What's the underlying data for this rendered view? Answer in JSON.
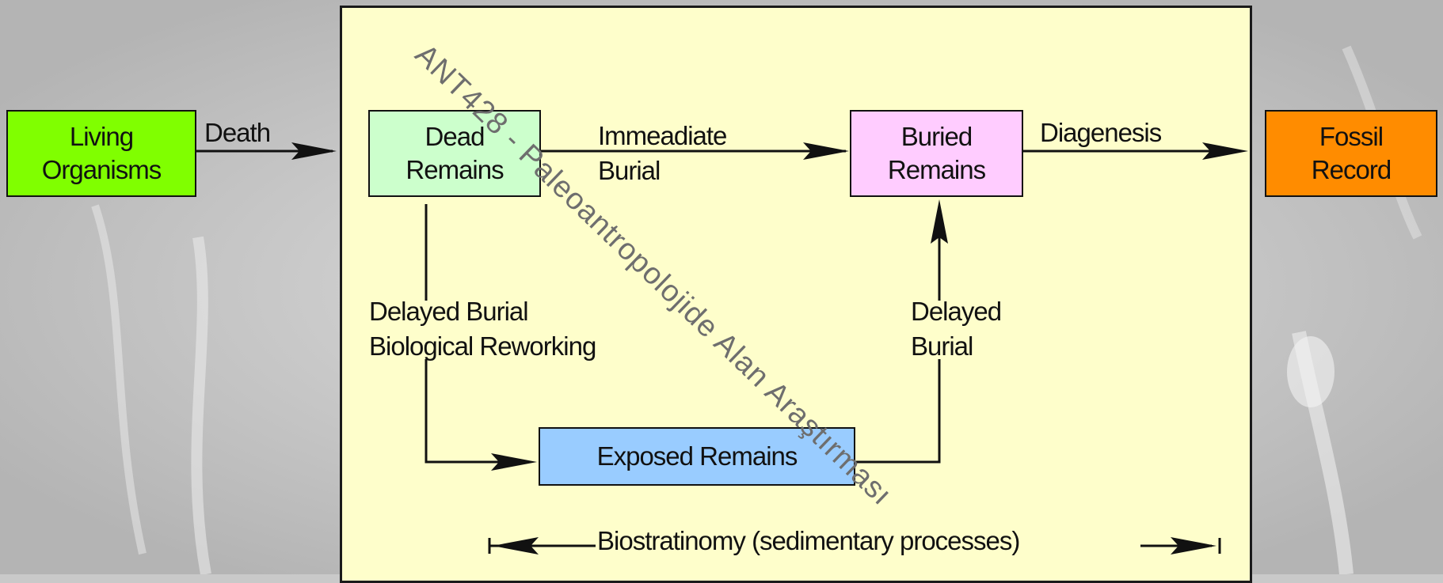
{
  "boxes": {
    "living": {
      "line1": "Living",
      "line2": "Organisms",
      "color": "#80ff00"
    },
    "dead": {
      "line1": "Dead",
      "line2": "Remains",
      "color": "#ccffcc"
    },
    "buried": {
      "line1": "Buried",
      "line2": "Remains",
      "color": "#ffccff"
    },
    "fossil": {
      "line1": "Fossil",
      "line2": "Record",
      "color": "#ff8c00"
    },
    "exposed": {
      "label": "Exposed Remains",
      "color": "#99ccff"
    }
  },
  "labels": {
    "death": "Death",
    "immediate_line1": "Immeadiate",
    "immediate_line2": "Burial",
    "diagenesis": "Diagenesis",
    "delayed_bio_line1": "Delayed Burial",
    "delayed_bio_line2": "Biological Reworking",
    "delayed_line1": "Delayed",
    "delayed_line2": "Burial",
    "biostratinomy": "Biostratinomy (sedimentary processes)"
  },
  "watermark": "ANT428 - Paleoantropolojide Alan Araştırması"
}
